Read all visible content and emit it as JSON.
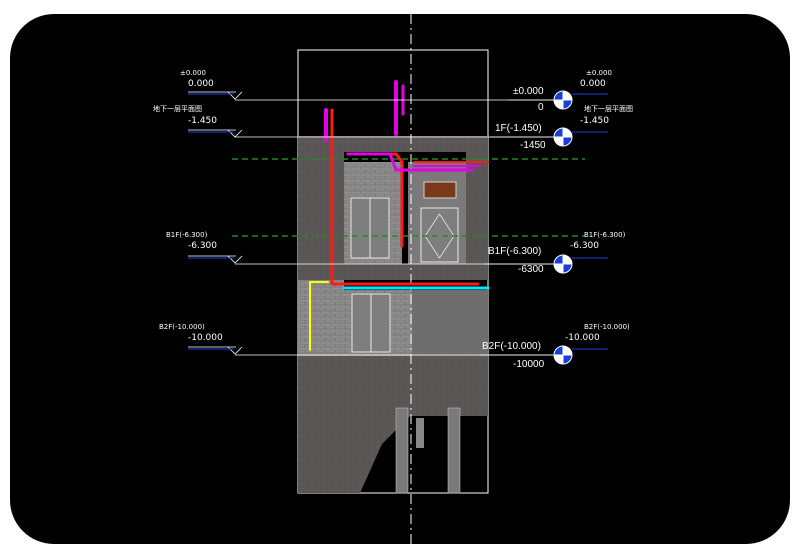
{
  "left_levels": [
    {
      "name": "±0.000",
      "value": "0.000"
    },
    {
      "name": "地下一层平面图",
      "value": "-1.450"
    },
    {
      "name": "B1F(-6.300)",
      "value": "-6.300"
    },
    {
      "name": "B2F(-10.000)",
      "value": "-10.000"
    }
  ],
  "right_levels": [
    {
      "name": "±0.000",
      "value": "0.000"
    },
    {
      "name": "地下一层平面图",
      "value": "-1.450"
    },
    {
      "name": "B1F(-6.300)",
      "value": "-6.300"
    },
    {
      "name": "B2F(-10.000)",
      "value": "-10.000"
    }
  ],
  "level_tags": [
    {
      "label": "±0.000",
      "value": "0"
    },
    {
      "label": "1F(-1.450)",
      "value": "-1450"
    },
    {
      "label": "B1F(-6.300)",
      "value": "-6300"
    },
    {
      "label": "B2F(-10.000)",
      "value": "-10000"
    }
  ],
  "colors": {
    "background": "#000000",
    "frame_line": "#ffffff",
    "marker_blue": "#1a3fd6",
    "pipe_red": "#ff1a1a",
    "pipe_magenta": "#e600e6",
    "pipe_yellow": "#ffff00",
    "pipe_cyan": "#00e5ff",
    "guide_green": "#1f8a1f"
  }
}
